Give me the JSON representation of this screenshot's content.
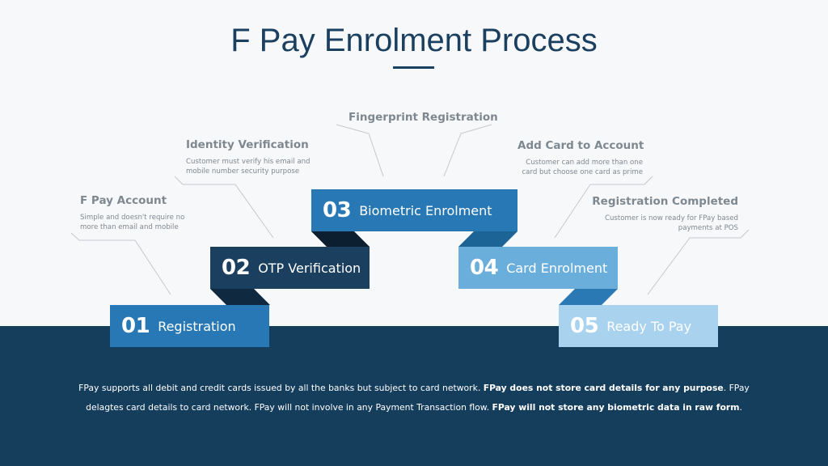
{
  "title": "F Pay Enrolment Process",
  "colors": {
    "background": "#f7f8fa",
    "band": "#153d5c",
    "title": "#1b3f5e",
    "step_01": "#2878b5",
    "step_02": "#1b3f5e",
    "step_03": "#2878b5",
    "step_04": "#6aaedc",
    "step_05": "#a9d2ef",
    "annotation_text": "#7e8890"
  },
  "steps": [
    {
      "number": "01",
      "label": "Registration"
    },
    {
      "number": "02",
      "label": "OTP Verification"
    },
    {
      "number": "03",
      "label": "Biometric Enrolment"
    },
    {
      "number": "04",
      "label": "Card Enrolment"
    },
    {
      "number": "05",
      "label": "Ready To Pay"
    }
  ],
  "annotations": [
    {
      "heading": "F Pay Account",
      "text": "Simple and doesn't require no more than email and mobile"
    },
    {
      "heading": "Identity Verification",
      "text": "Customer must verify his email and mobile number security purpose"
    },
    {
      "heading": "Fingerprint Registration",
      "text": ""
    },
    {
      "heading": "Add Card to Account",
      "text": "Customer can add more than one card but choose one card as prime"
    },
    {
      "heading": "Registration Completed",
      "text": "Customer is now ready for FPay based payments at POS"
    }
  ],
  "footer": {
    "part1": "FPay supports all debit and credit cards issued by all the banks but subject to card network. ",
    "bold1": "FPay does not store card details for any purpose",
    "part2": ". FPay delagtes card details to card network. FPay will not involve in any Payment Transaction flow. ",
    "bold2": "FPay will not store any biometric data in raw form",
    "part3": "."
  }
}
